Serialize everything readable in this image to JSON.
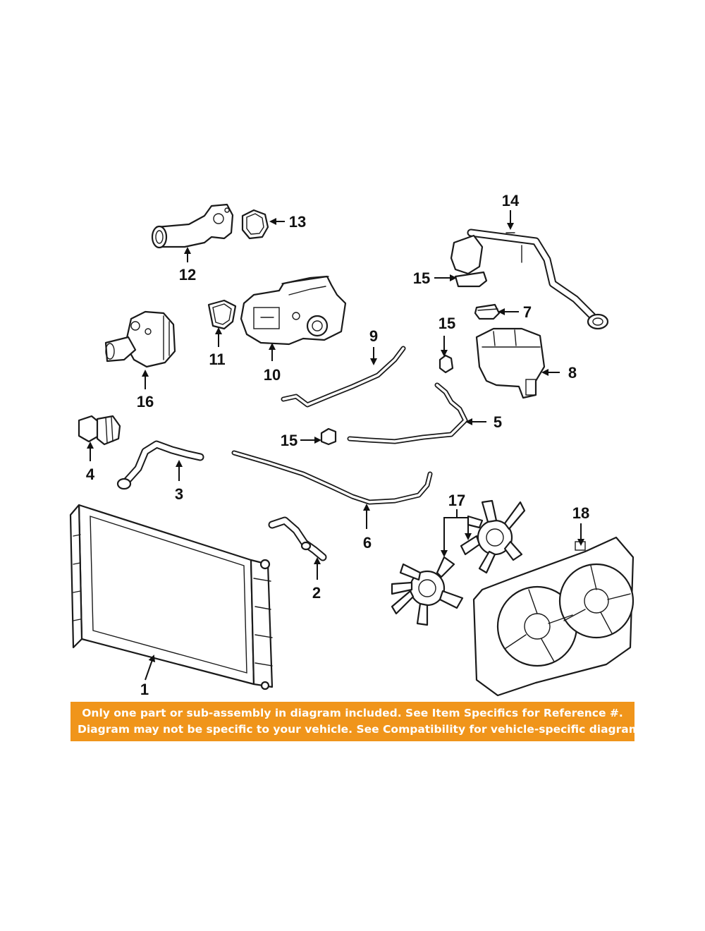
{
  "diagram": {
    "callouts": {
      "c1": "1",
      "c2": "2",
      "c3": "3",
      "c4": "4",
      "c5": "5",
      "c6": "6",
      "c7": "7",
      "c8": "8",
      "c9": "9",
      "c10": "10",
      "c11": "11",
      "c12": "12",
      "c13": "13",
      "c14": "14",
      "c15a": "15",
      "c15b": "15",
      "c15c": "15",
      "c16": "16",
      "c17": "17",
      "c18": "18"
    }
  },
  "notice": {
    "line1": "Only one part or sub-assembly in diagram included. See Item Specifics for Reference #.",
    "line2": "Diagram may not be specific to your vehicle. See Compatibility for vehicle-specific diagrams.",
    "background_color": "#f0951b",
    "text_color": "#ffffff"
  }
}
